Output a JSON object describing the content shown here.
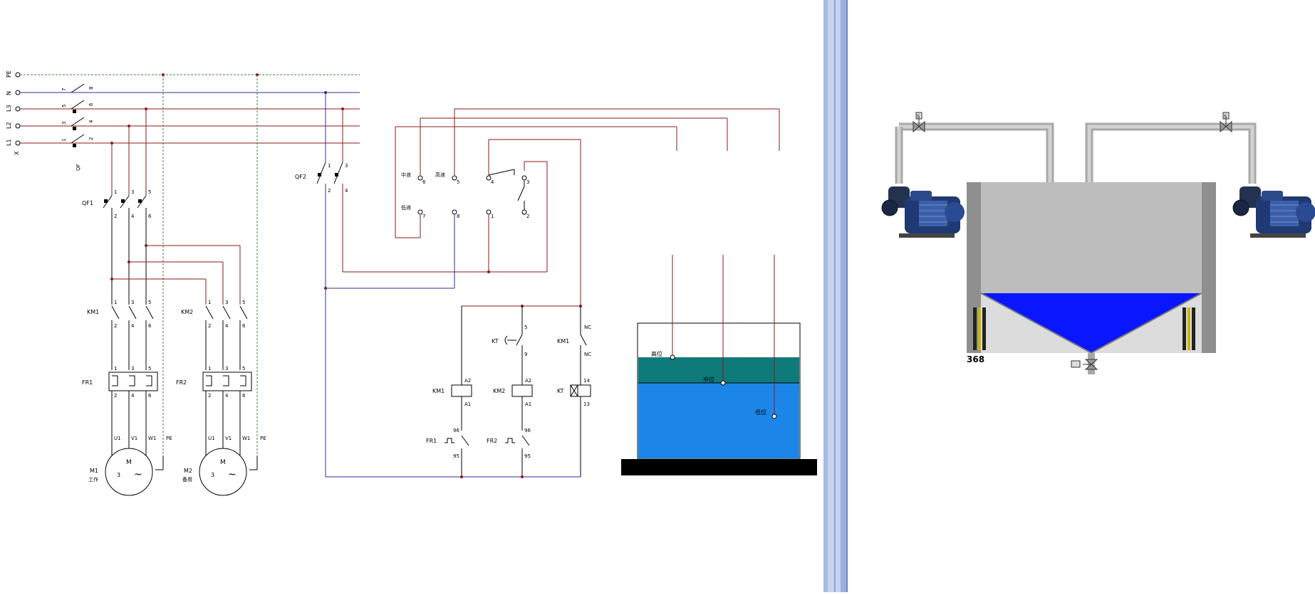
{
  "circuit": {
    "bus_labels": [
      "PE",
      "N",
      "L3",
      "L2",
      "L1"
    ],
    "bus_sub_labels": [
      "X"
    ],
    "qf_label": "QF",
    "qf_numbers": [
      "7",
      "8",
      "5",
      "6",
      "3",
      "4",
      "1",
      "2"
    ],
    "qf1_label": "QF1",
    "qf1_numbers": [
      "1",
      "3",
      "5",
      "2",
      "4",
      "6"
    ],
    "km1_label": "KM1",
    "km2_label": "KM2",
    "km_numbers": [
      "1",
      "3",
      "5",
      "2",
      "4",
      "6"
    ],
    "fr1_label": "FR1",
    "fr2_label": "FR2",
    "fr_numbers": [
      "1",
      "3",
      "5",
      "2",
      "4",
      "6"
    ],
    "motor_terminals": [
      "U1",
      "V1",
      "W1",
      "PE"
    ],
    "motor1_label": "M1",
    "motor1_role": "工作",
    "motor2_label": "M2",
    "motor2_role": "备用",
    "motor_letter": "M",
    "motor_phase": "3",
    "motor_tilde": "~",
    "qf2_label": "QF2",
    "qf2_numbers": [
      "1",
      "3",
      "2",
      "4"
    ],
    "level_switch": {
      "mid": "中液",
      "high": "高液",
      "low": "低液",
      "pins": [
        "6",
        "5",
        "4",
        "3",
        "7",
        "8",
        "1",
        "2"
      ]
    },
    "control": {
      "km1_coil": "KM1",
      "km2_coil": "KM2",
      "kt_coil": "KT",
      "kt_contact": "KT",
      "km1_contact": "KM1",
      "nc_top": "NC",
      "nc_bottom": "NC",
      "fr1": "FR1",
      "fr2": "FR2",
      "a2": "A2",
      "a1": "A1",
      "n96": "96",
      "n95": "95",
      "n5": "5",
      "n9": "9",
      "n14": "14",
      "n13": "13"
    },
    "tank": {
      "high_label": "高位",
      "mid_label": "中位",
      "low_label": "低位"
    }
  },
  "scada": {
    "counter_value": "368",
    "valve_tag": "S"
  },
  "colors": {
    "bus_red": "#8b1a1a",
    "bus_blue": "#2d2d9a",
    "pe_green": "#3a8a3a",
    "water_teal": "#0e7a7a",
    "water_blue": "#1c86e8",
    "scada_blue": "#0a16ff",
    "tank_gray": "#bdbdbd",
    "divider_blue": "#b8c8ec"
  }
}
